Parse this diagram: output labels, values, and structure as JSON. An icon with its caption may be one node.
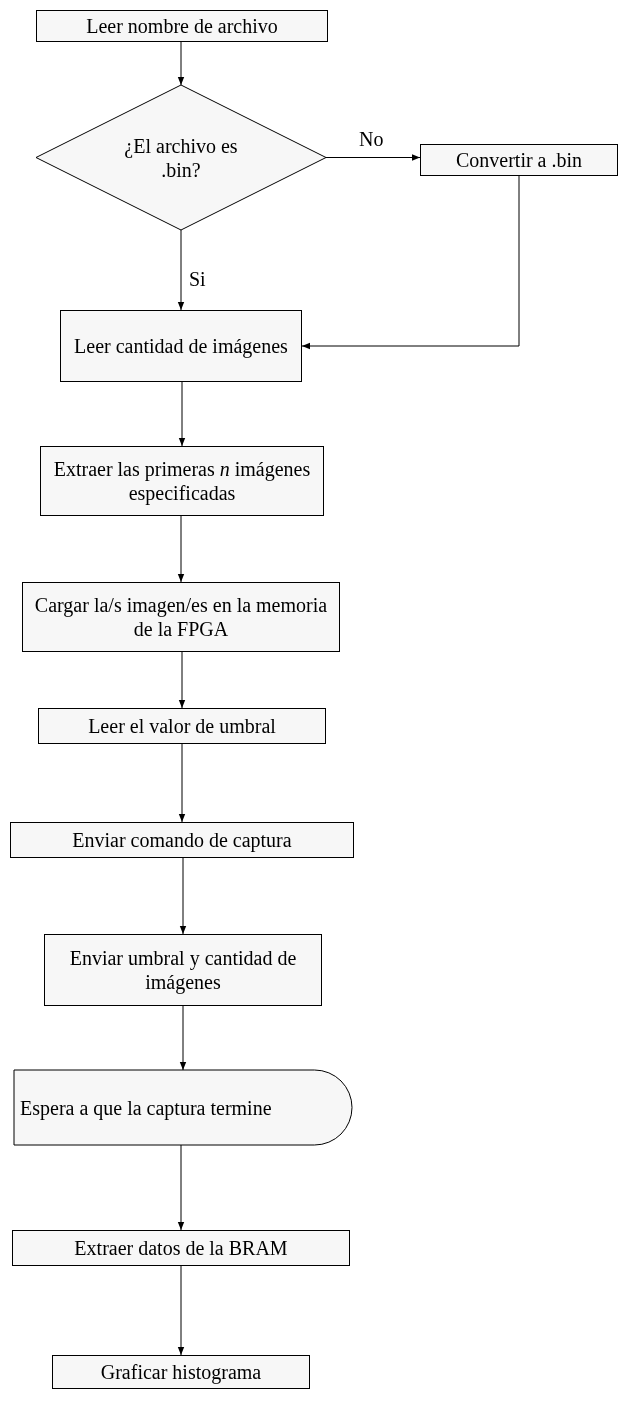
{
  "diagram": {
    "nodes": [
      {
        "text": [
          "Leer nombre de archivo"
        ]
      },
      {
        "text": [
          "¿El archivo es .bin?"
        ]
      },
      {
        "text": [
          "Convertir a .bin"
        ]
      },
      {
        "text": [
          "Leer cantidad de imágenes"
        ]
      },
      {
        "text": [
          "Extraer las primeras *n* imágenes especificadas"
        ]
      },
      {
        "text": [
          "Cargar la/s imagen/es en la memoria de la FPGA"
        ]
      },
      {
        "text": [
          "Leer el valor de umbral"
        ]
      },
      {
        "text": [
          "Enviar comando de captura"
        ]
      },
      {
        "text": [
          "Enviar umbral y cantidad de imágenes"
        ]
      },
      {
        "text": [
          "Espera a que la captura termine"
        ]
      },
      {
        "text": [
          "Extraer datos de la BRAM"
        ]
      },
      {
        "text": [
          "Graficar histograma"
        ]
      }
    ],
    "edges": [
      {
        "from": 0,
        "to": 1,
        "arrow": "to"
      },
      {
        "from": 1,
        "to": 2,
        "arrow": "to",
        "label": "No"
      },
      {
        "from": 1,
        "to": 3,
        "arrow": "to",
        "label": "Si"
      },
      {
        "from": 2,
        "to": 3,
        "arrow": "to"
      },
      {
        "from": 3,
        "to": 4,
        "arrow": "to"
      },
      {
        "from": 4,
        "to": 5,
        "arrow": "to"
      },
      {
        "from": 5,
        "to": 6,
        "arrow": "to"
      },
      {
        "from": 6,
        "to": 7,
        "arrow": "to"
      },
      {
        "from": 7,
        "to": 8,
        "arrow": "to"
      },
      {
        "from": 8,
        "to": 9,
        "arrow": "to"
      },
      {
        "from": 9,
        "to": 10,
        "arrow": "to"
      },
      {
        "from": 10,
        "to": 11,
        "arrow": "to"
      }
    ]
  }
}
